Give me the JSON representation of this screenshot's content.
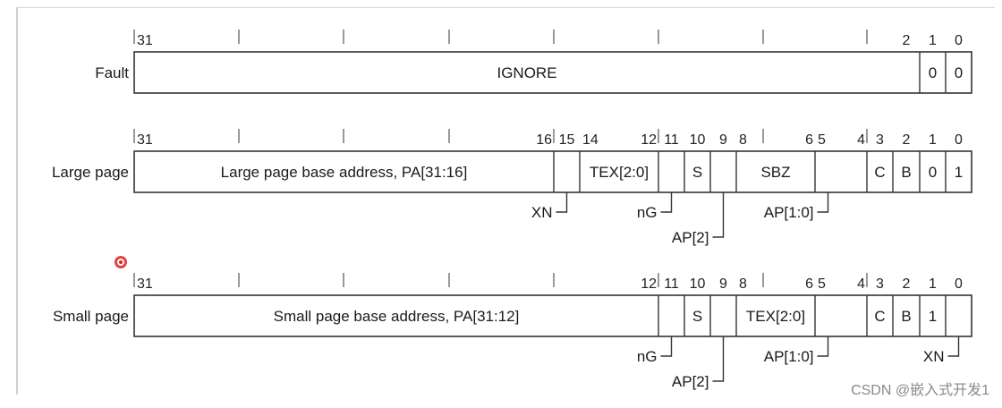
{
  "rows": [
    {
      "label": "Fault",
      "bits": [
        {
          "bit": 31,
          "text": "31",
          "pos": "start"
        },
        {
          "bit": 2,
          "text": "2",
          "pos": "center"
        },
        {
          "bit": 1,
          "text": "1",
          "pos": "center"
        },
        {
          "bit": 0,
          "text": "0",
          "pos": "center"
        }
      ],
      "fields": [
        {
          "hi": 31,
          "lo": 2,
          "text": "IGNORE"
        },
        {
          "hi": 1,
          "lo": 1,
          "text": "0"
        },
        {
          "hi": 0,
          "lo": 0,
          "text": "0"
        }
      ],
      "callouts": []
    },
    {
      "label": "Large page",
      "bits": [
        {
          "bit": 31,
          "text": "31",
          "pos": "start"
        },
        {
          "bit": 16,
          "text": "16",
          "pos": "end"
        },
        {
          "bit": 15,
          "text": "15",
          "pos": "center"
        },
        {
          "bit": 14,
          "text": "14",
          "pos": "start"
        },
        {
          "bit": 12,
          "text": "12",
          "pos": "end"
        },
        {
          "bit": 11,
          "text": "11",
          "pos": "center"
        },
        {
          "bit": 10,
          "text": "10",
          "pos": "center"
        },
        {
          "bit": 9,
          "text": "9",
          "pos": "center"
        },
        {
          "bit": 8,
          "text": "8",
          "pos": "start"
        },
        {
          "bit": 6,
          "text": "6",
          "pos": "end"
        },
        {
          "bit": 5,
          "text": "5",
          "pos": "start"
        },
        {
          "bit": 4,
          "text": "4",
          "pos": "end"
        },
        {
          "bit": 3,
          "text": "3",
          "pos": "center"
        },
        {
          "bit": 2,
          "text": "2",
          "pos": "center"
        },
        {
          "bit": 1,
          "text": "1",
          "pos": "center"
        },
        {
          "bit": 0,
          "text": "0",
          "pos": "center"
        }
      ],
      "fields": [
        {
          "hi": 31,
          "lo": 16,
          "text": "Large page base address, PA[31:16]"
        },
        {
          "hi": 15,
          "lo": 15,
          "text": ""
        },
        {
          "hi": 14,
          "lo": 12,
          "text": "TEX[2:0]"
        },
        {
          "hi": 11,
          "lo": 11,
          "text": ""
        },
        {
          "hi": 10,
          "lo": 10,
          "text": "S"
        },
        {
          "hi": 9,
          "lo": 9,
          "text": ""
        },
        {
          "hi": 8,
          "lo": 6,
          "text": "SBZ"
        },
        {
          "hi": 5,
          "lo": 4,
          "text": ""
        },
        {
          "hi": 3,
          "lo": 3,
          "text": "C"
        },
        {
          "hi": 2,
          "lo": 2,
          "text": "B"
        },
        {
          "hi": 1,
          "lo": 1,
          "text": "0"
        },
        {
          "hi": 0,
          "lo": 0,
          "text": "1"
        }
      ],
      "callouts": [
        {
          "text": "XN",
          "bit": 15,
          "level": 1
        },
        {
          "text": "nG",
          "bit": 11,
          "level": 1
        },
        {
          "text": "AP[2]",
          "bit": 9,
          "level": 2
        },
        {
          "text": "AP[1:0]",
          "bit": 5,
          "level": 1
        }
      ]
    },
    {
      "label": "Small page",
      "bits": [
        {
          "bit": 31,
          "text": "31",
          "pos": "start"
        },
        {
          "bit": 12,
          "text": "12",
          "pos": "end"
        },
        {
          "bit": 11,
          "text": "11",
          "pos": "center"
        },
        {
          "bit": 10,
          "text": "10",
          "pos": "center"
        },
        {
          "bit": 9,
          "text": "9",
          "pos": "center"
        },
        {
          "bit": 8,
          "text": "8",
          "pos": "start"
        },
        {
          "bit": 6,
          "text": "6",
          "pos": "end"
        },
        {
          "bit": 5,
          "text": "5",
          "pos": "start"
        },
        {
          "bit": 4,
          "text": "4",
          "pos": "end"
        },
        {
          "bit": 3,
          "text": "3",
          "pos": "center"
        },
        {
          "bit": 2,
          "text": "2",
          "pos": "center"
        },
        {
          "bit": 1,
          "text": "1",
          "pos": "center"
        },
        {
          "bit": 0,
          "text": "0",
          "pos": "center"
        }
      ],
      "fields": [
        {
          "hi": 31,
          "lo": 12,
          "text": "Small page base address, PA[31:12]"
        },
        {
          "hi": 11,
          "lo": 11,
          "text": ""
        },
        {
          "hi": 10,
          "lo": 10,
          "text": "S"
        },
        {
          "hi": 9,
          "lo": 9,
          "text": ""
        },
        {
          "hi": 8,
          "lo": 6,
          "text": "TEX[2:0]"
        },
        {
          "hi": 5,
          "lo": 4,
          "text": ""
        },
        {
          "hi": 3,
          "lo": 3,
          "text": "C"
        },
        {
          "hi": 2,
          "lo": 2,
          "text": "B"
        },
        {
          "hi": 1,
          "lo": 1,
          "text": "1"
        },
        {
          "hi": 0,
          "lo": 0,
          "text": ""
        }
      ],
      "callouts": [
        {
          "text": "nG",
          "bit": 11,
          "level": 1
        },
        {
          "text": "AP[2]",
          "bit": 9,
          "level": 2
        },
        {
          "text": "AP[1:0]",
          "bit": 5,
          "level": 1
        },
        {
          "text": "XN",
          "bit": 0,
          "level": 1
        }
      ]
    }
  ],
  "watermark": "CSDN @嵌入式开发1",
  "colors": {
    "line": "#333333",
    "cursor": "#e02020"
  }
}
